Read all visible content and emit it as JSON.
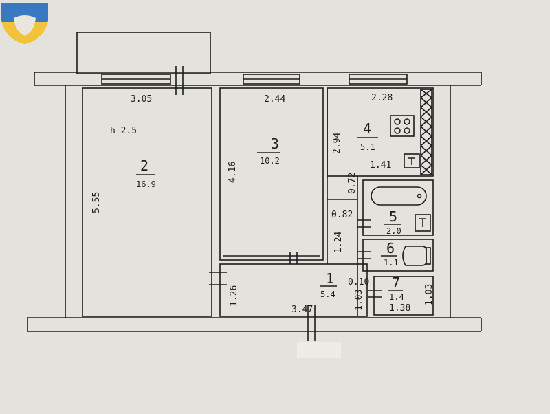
{
  "colors": {
    "paper": "#e4e2dc",
    "ink": "#1c1c1c",
    "logo_top": "#3b78c4",
    "logo_bottom": "#f3c23c"
  },
  "logo": {
    "name": "shield-logo-icon"
  },
  "rooms": [
    {
      "number": "2",
      "area": "16.9",
      "ceiling": "h 2.5",
      "width": "3.05",
      "length": "5.55"
    },
    {
      "number": "3",
      "area": "10.2",
      "width": "2.44",
      "length": "4.16"
    },
    {
      "number": "4",
      "area": "5.1",
      "width": "2.28",
      "length": "2.94",
      "extra": "1.41"
    },
    {
      "number": "5",
      "area": "2.0"
    },
    {
      "number": "6",
      "area": "1.1"
    },
    {
      "number": "7",
      "area": "1.4",
      "width": "1.38",
      "length": "1.03"
    },
    {
      "number": "1",
      "area": "5.4",
      "width": "3.47",
      "length": "1.26"
    }
  ],
  "dims_misc": {
    "d072": "0.72",
    "d082": "0.82",
    "d124": "1.24",
    "d010": "0.10",
    "d103": "1.03"
  }
}
